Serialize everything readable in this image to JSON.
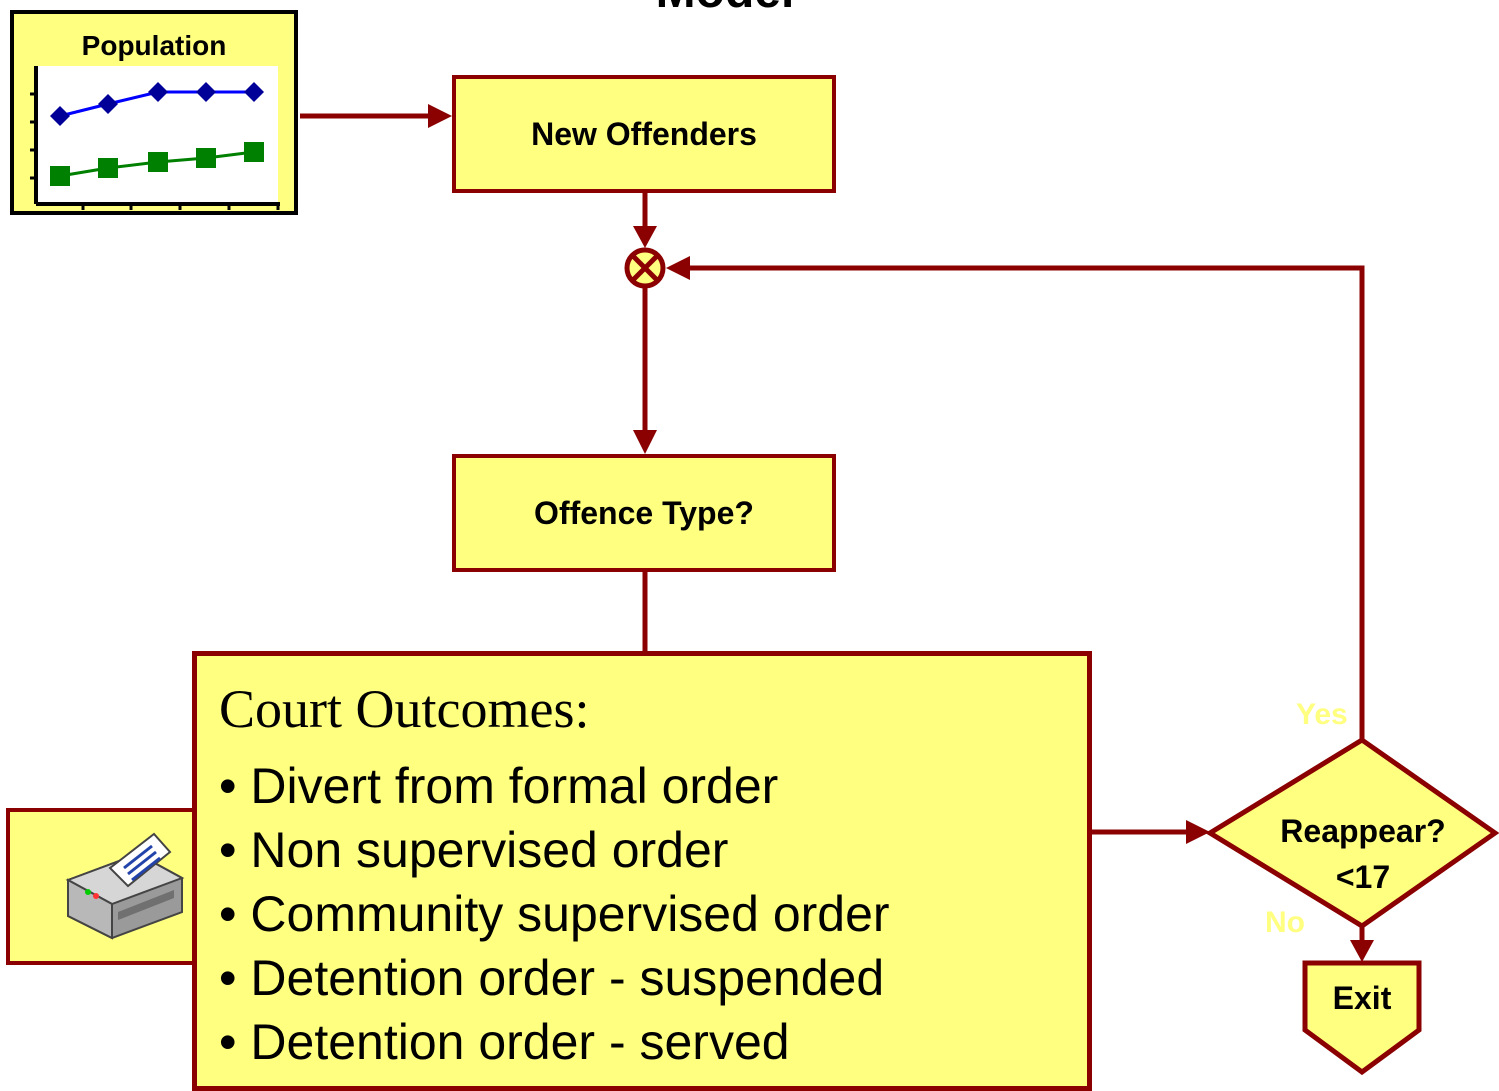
{
  "title": "Model",
  "population": {
    "label": "Population",
    "series_colors": [
      "#000099",
      "#008000"
    ]
  },
  "nodes": {
    "new_offenders": "New Offenders",
    "offence_type": "Offence Type?",
    "decision_line1": "Reappear?",
    "decision_line2": "<17",
    "exit": "Exit"
  },
  "branches": {
    "yes": "Yes",
    "no": "No"
  },
  "court_outcomes": {
    "heading": "Court Outcomes:",
    "items": [
      "Divert from formal order",
      "Non supervised order",
      "Community supervised order",
      "Detention order - suspended",
      "Detention order - served"
    ]
  },
  "icons": {
    "junction": "summing-junction-icon",
    "printer": "printer-icon"
  },
  "colors": {
    "box_fill": "#ffff80",
    "connector": "#8b0000"
  }
}
